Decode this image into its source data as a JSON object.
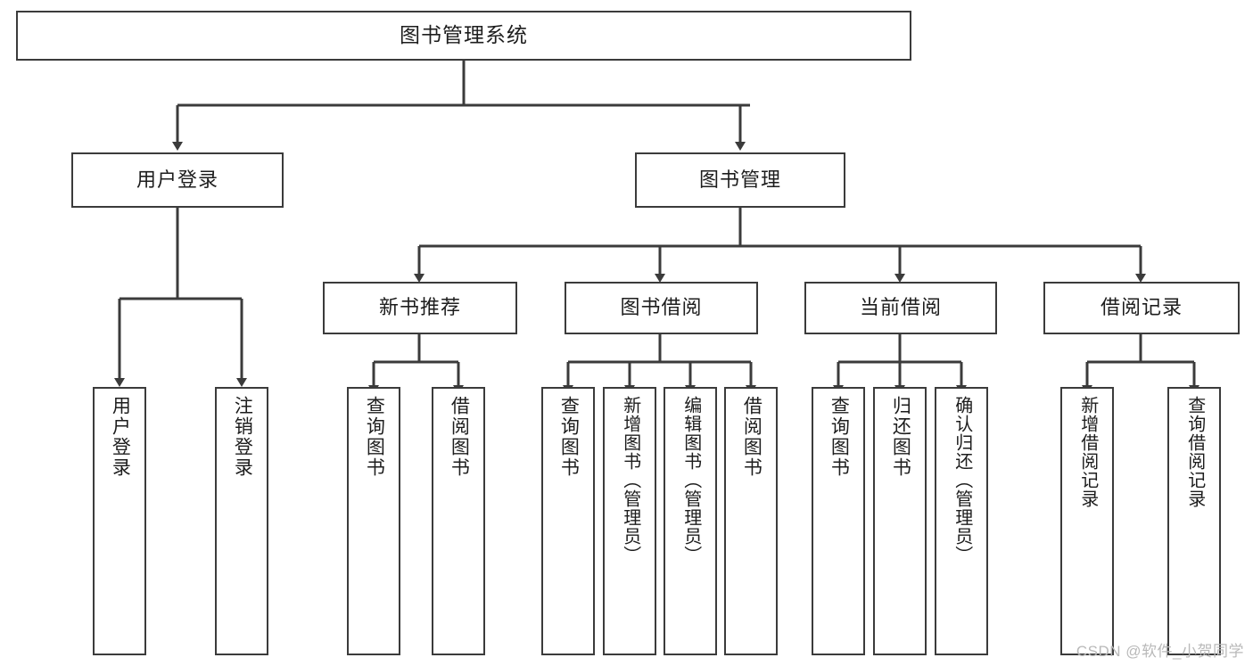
{
  "diagram": {
    "title": "图书管理系统",
    "type": "tree-hierarchy-diagram",
    "watermark": "CSDN @软件_小贺同学",
    "style": {
      "box_border_color": "#3b3b3b",
      "box_fill_color": "#ffffff",
      "connector_color": "#3b3b3b",
      "text_color": "#1d1d1d",
      "background_color": "#ffffff",
      "watermark_color": "#b9b9b9"
    },
    "root": {
      "label": "图书管理系统"
    },
    "level1": [
      {
        "label": "用户登录"
      },
      {
        "label": "图书管理"
      }
    ],
    "level2": [
      {
        "label": "新书推荐"
      },
      {
        "label": "图书借阅"
      },
      {
        "label": "当前借阅"
      },
      {
        "label": "借阅记录"
      }
    ],
    "leaves": {
      "user_login": [
        {
          "label": "用户登录"
        },
        {
          "label": "注销登录"
        }
      ],
      "new_book_recommend": [
        {
          "label": "查询图书"
        },
        {
          "label": "借阅图书"
        }
      ],
      "book_borrow": [
        {
          "label": "查询图书"
        },
        {
          "label": "新增图书（管理员）"
        },
        {
          "label": "编辑图书（管理员）"
        },
        {
          "label": "借阅图书"
        }
      ],
      "current_borrow": [
        {
          "label": "查询图书"
        },
        {
          "label": "归还图书"
        },
        {
          "label": "确认归还（管理员）"
        }
      ],
      "borrow_records": [
        {
          "label": "新增借阅记录"
        },
        {
          "label": "查询借阅记录"
        }
      ]
    }
  }
}
